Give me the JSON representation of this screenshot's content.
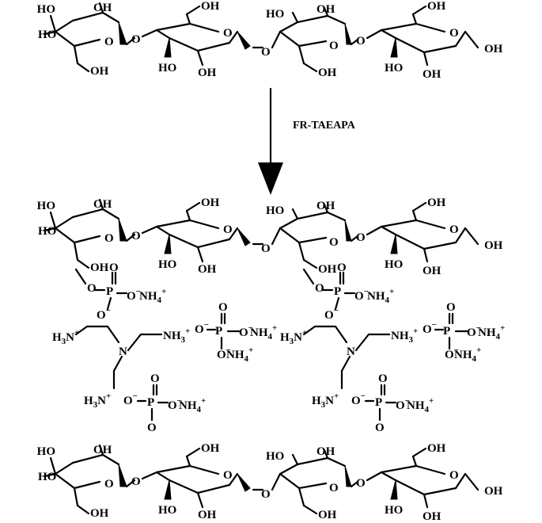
{
  "reagent": "FR-TAEAPA",
  "atoms": {
    "hydroxyl": "OH",
    "hydroxyl_left": "HO",
    "oxygen": "O",
    "nitrogen": "N",
    "phosphorus": "P",
    "ammonium_ion": "NH4+",
    "aminium": "H3N+",
    "terminal_aminium": "NH3+",
    "anion": "O−"
  },
  "colors": {
    "ink": "#000000",
    "background": "#ffffff"
  }
}
